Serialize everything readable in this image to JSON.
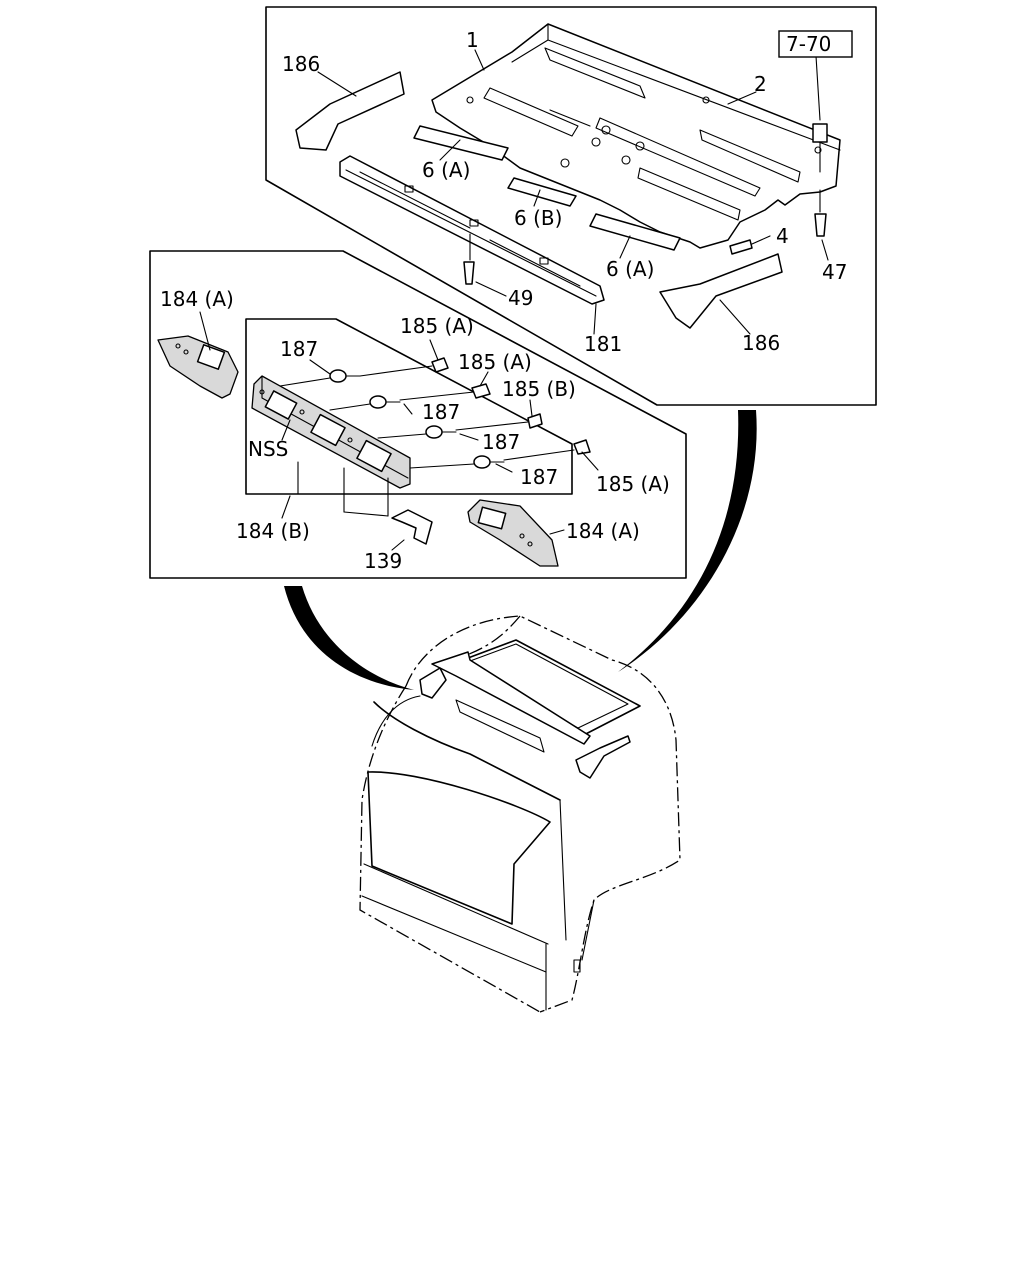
{
  "callouts": {
    "ref_box": "7-70",
    "p1": "1",
    "p2": "2",
    "p4": "4",
    "p6a_top": "6 (A)",
    "p6b": "6 (B)",
    "p6a_bottom": "6 (A)",
    "p47": "47",
    "p49": "49",
    "p181": "181",
    "p186_top": "186",
    "p186_bottom": "186",
    "p184a_top": "184 (A)",
    "p184a_bottom": "184 (A)",
    "p184b": "184 (B)",
    "p185a_1": "185 (A)",
    "p185a_2": "185 (A)",
    "p185b": "185 (B)",
    "p185a_3": "185 (A)",
    "p187_1": "187",
    "p187_2": "187",
    "p187_3": "187",
    "p187_4": "187",
    "nss": "NSS",
    "p139": "139"
  }
}
